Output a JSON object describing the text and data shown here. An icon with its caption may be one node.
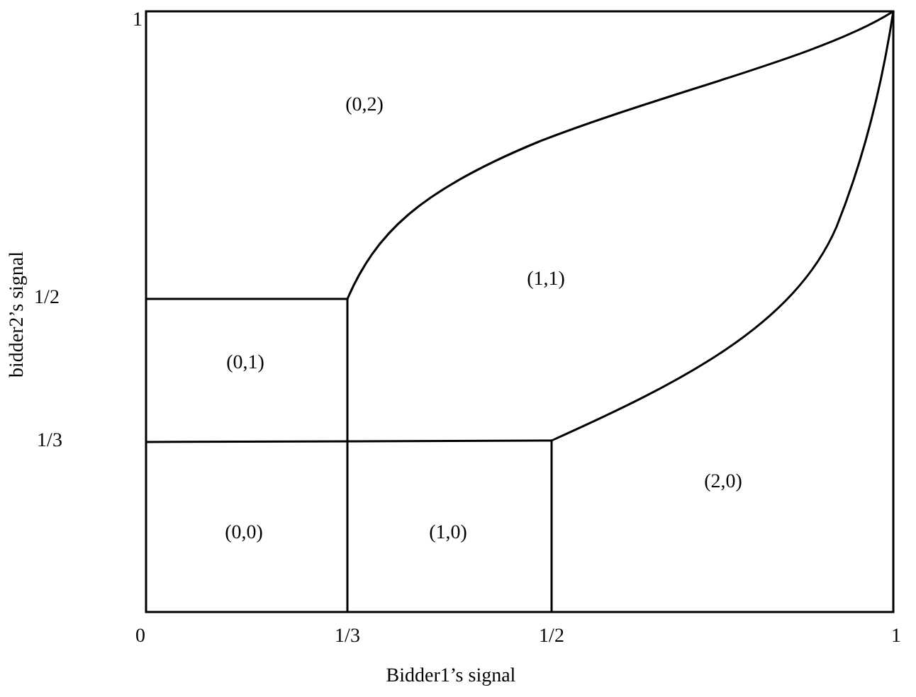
{
  "diagram": {
    "labels": [
      "1",
      "(0,2)",
      "(1,1)",
      "1/2",
      "(0,1)",
      "1/3",
      "(2,0)",
      "(0,0)",
      "(1,0)",
      "0",
      "1/3",
      "1/2",
      "1",
      "Bidder1’s signal",
      "bidder2’s signal"
    ]
  }
}
